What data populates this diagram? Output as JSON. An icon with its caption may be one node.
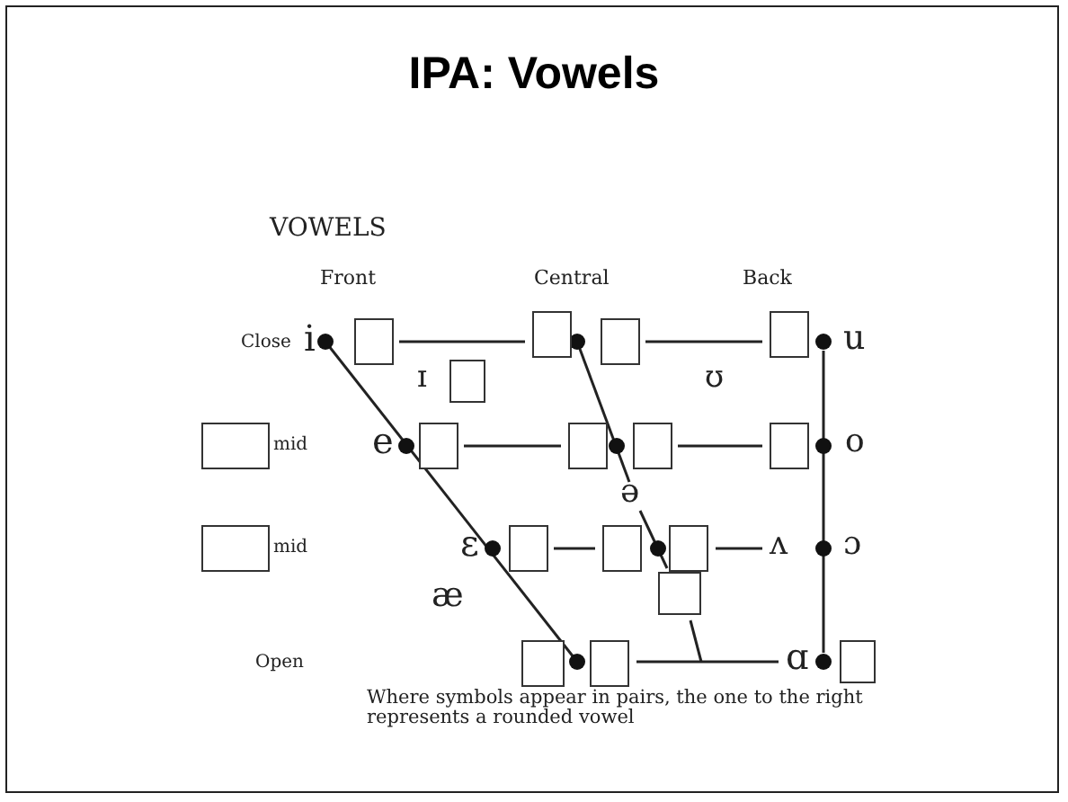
{
  "diagram": {
    "title": "IPA: Vowels",
    "caption": "Where symbols appear in pairs, the one to the right represents a rounded vowel",
    "labels": [
      "VOWELS",
      "Front",
      "Central",
      "Back",
      "Close",
      "i",
      "ɪ",
      "ʊ",
      "u",
      "mid",
      "e",
      "o",
      "ə",
      "mid",
      "ɛ",
      "ʌ",
      "ɔ",
      "æ",
      "Open",
      "ɑ"
    ]
  }
}
